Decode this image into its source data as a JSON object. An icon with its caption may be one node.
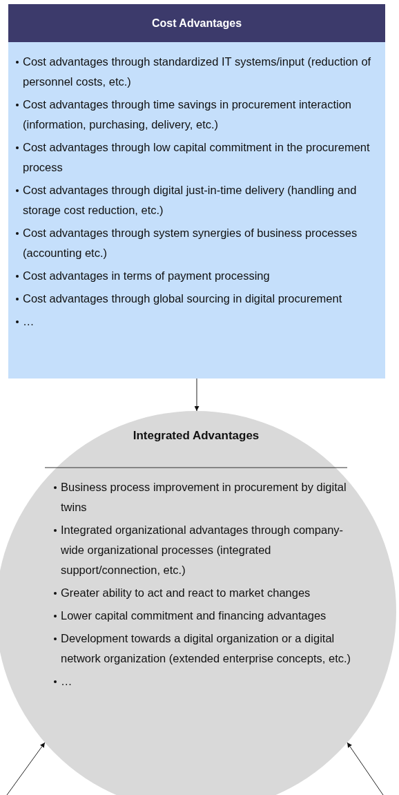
{
  "diagram": {
    "nodes": [
      {
        "text": [
          "Cost Advantages",
          "Cost advantages through standardized IT systems/input (reduction of personnel costs, etc.)",
          "Cost advantages through time savings in procurement interaction (information, purchasing, delivery, etc.)",
          "Cost advantages through low capital commitment in the procurement process",
          "Cost advantages through digital just-in-time delivery (handling and storage cost reduction, etc.)",
          "Cost advantages through system synergies of business processes (accounting etc.)",
          "Cost advantages in terms of payment processing",
          "Cost advantages through global sourcing in digital procurement",
          "…"
        ]
      },
      {
        "text": [
          "Integrated Advantages",
          "Business process improvement in procurement by digital twins",
          "Integrated organizational advantages through company-wide organizational processes (integrated support/connection, etc.)",
          "Greater ability to act and react to market changes",
          "Lower capital commitment and financing advantages",
          "Development towards a digital organization or a digital network organization (extended enterprise concepts, etc.)",
          "…"
        ]
      }
    ],
    "edges": [
      {
        "from": 0,
        "to": 1,
        "arrow": "to"
      },
      {
        "from": null,
        "to": 1,
        "arrow": "to"
      },
      {
        "from": null,
        "to": 1,
        "arrow": "to"
      }
    ]
  }
}
